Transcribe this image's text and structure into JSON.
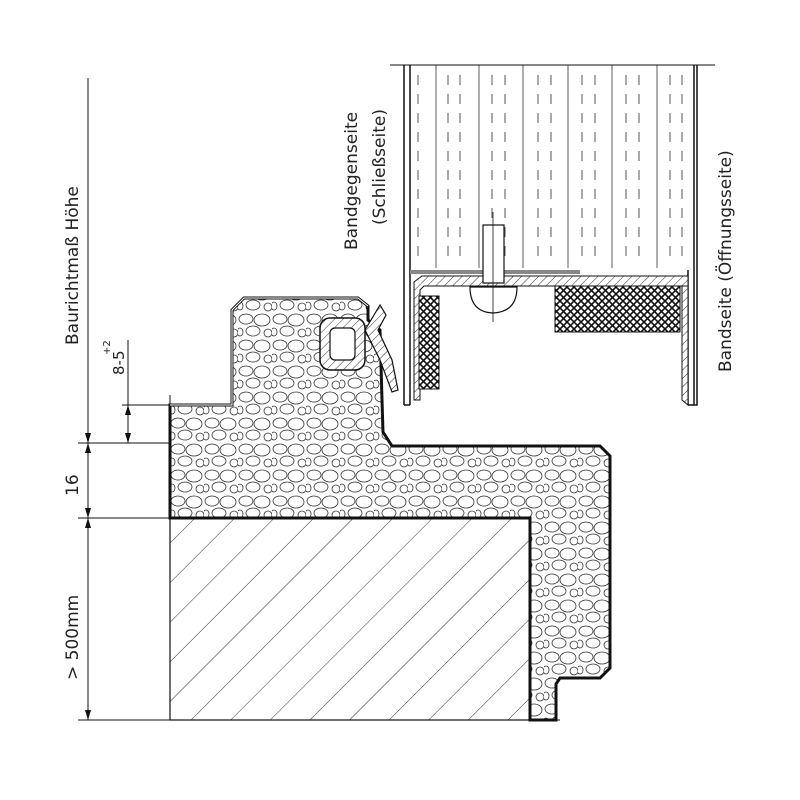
{
  "dimensions": {
    "height_label": "Baurichtmaß Höhe",
    "gap_value": "8-5",
    "gap_tolerance": "+2",
    "rebate_value": "16",
    "wall_value": "> 500mm"
  },
  "door_labels": {
    "closing_side": "Bandgegenseite",
    "closing_side_note": "(Schließseite)",
    "hinge_side": "Bandseite (Öffnungsseite)"
  }
}
